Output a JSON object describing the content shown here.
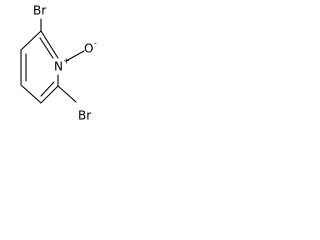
{
  "structure": {
    "labels": {
      "br_top": "Br",
      "br_bottom": "Br",
      "nitrogen": "N",
      "nitrogen_charge": "+",
      "oxygen": "O",
      "oxygen_charge": "-"
    },
    "bond_color": "#000000"
  }
}
